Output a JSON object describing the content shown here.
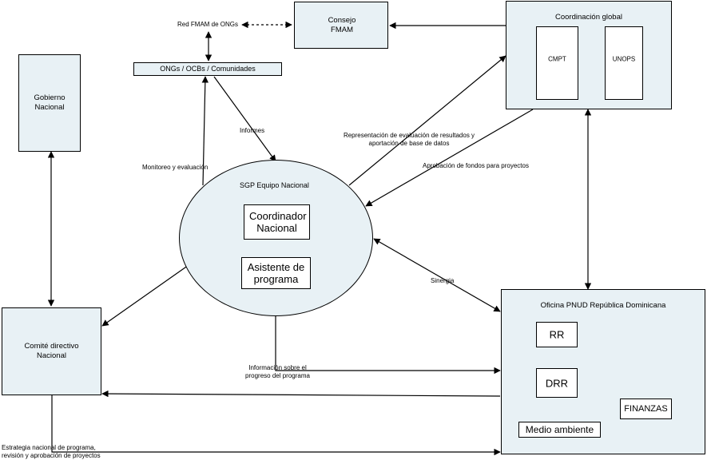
{
  "nodes": {
    "red_fmam": "Red FMAM de ONGs",
    "consejo": "Consejo FMAM",
    "coordinacion_global": "Coordinación global",
    "cmpt": "CMPT",
    "unops": "UNOPS",
    "gobierno": "Gobierno Nacional",
    "ongs": "ONGs / OCBs / Comunidades",
    "sgp": "SGP Equipo Nacional",
    "coordinador": "Coordinador Nacional",
    "asistente": "Asistente de programa",
    "comite": "Comité directivo Nacional",
    "oficina": "Oficina PNUD República Dominicana",
    "rr": "RR",
    "drr": "DRR",
    "finanzas": "FINANZAS",
    "medio": "Medio ambiente"
  },
  "edges": {
    "informes": "Informes",
    "monitoreo": "Monitoreo y evaluación",
    "representacion": "Representación de evaluación de resultados y aportación de base de datos",
    "aprobacion": "Aprobación de fondos para proyectos",
    "sinergia": "Sinergia",
    "informacion": "Información sobre el progreso del programa",
    "estrategia": "Estrategia nacional de programa, revisión y aprobación de proyectos"
  }
}
